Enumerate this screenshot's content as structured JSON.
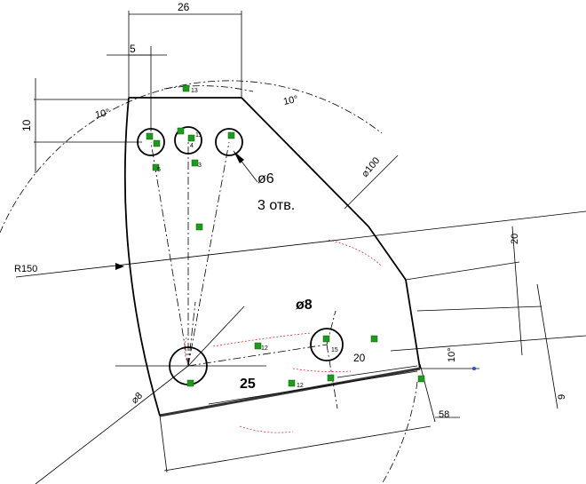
{
  "colors": {
    "line": "#000000",
    "relation_marker": "#1f9a1f",
    "relation_marker_dark": "#0a5a0a",
    "trace": "#d33333",
    "background": "#ffffff"
  },
  "dimensions": {
    "top_width": "26",
    "hole_offset": "5",
    "vertical_10": "10",
    "angle_left": "10°",
    "angle_right": "10°",
    "circle_dia": "⌀100",
    "radius": "R150",
    "right_20": "20",
    "right_10": "10°",
    "right_9": "9",
    "hole8_dia": "⌀8",
    "bottom_25": "25",
    "mid_20": "20",
    "bottom_58": "58"
  },
  "callouts": {
    "hole6_dia": "ø6",
    "hole6_count": "3 отв.",
    "hole8_dia": "ø8"
  },
  "relations": {
    "r13": "13",
    "r11": "11",
    "r4": "4",
    "r5": "5",
    "r3": "3",
    "r12a": "12",
    "r12b": "12",
    "r15": "15"
  }
}
